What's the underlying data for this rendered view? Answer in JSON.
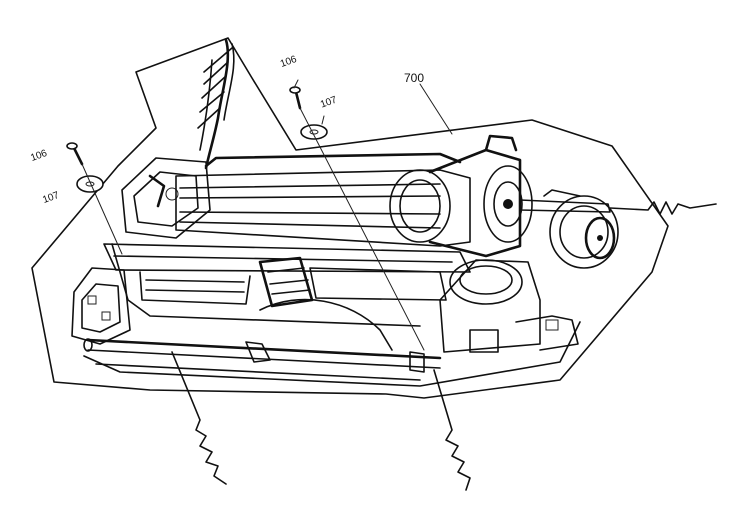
{
  "labels": {
    "top_screw": "106",
    "top_washer": "107",
    "left_screw": "106",
    "left_washer": "107",
    "assembly": "700"
  }
}
